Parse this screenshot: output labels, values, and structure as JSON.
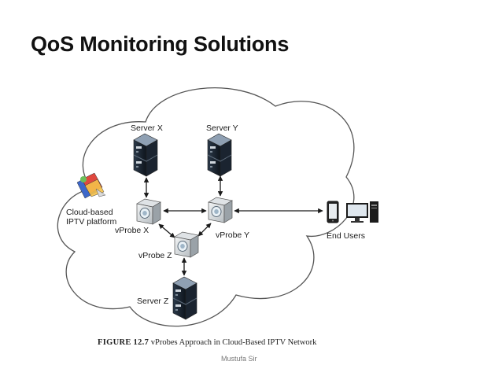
{
  "slide": {
    "title": "QoS Monitoring Solutions",
    "footer": "Mustufa Sir"
  },
  "diagram": {
    "servers": {
      "x": "Server X",
      "y": "Server Y",
      "z": "Server Z"
    },
    "probes": {
      "x": "vProbe X",
      "y": "vProbe Y",
      "z": "vProbe Z"
    },
    "platform": {
      "line1": "Cloud-based",
      "line2": "IPTV platform"
    },
    "end_users": "End Users"
  },
  "caption": {
    "label": "FIGURE 12.7",
    "text": "vProbes Approach in Cloud-Based IPTV Network"
  }
}
